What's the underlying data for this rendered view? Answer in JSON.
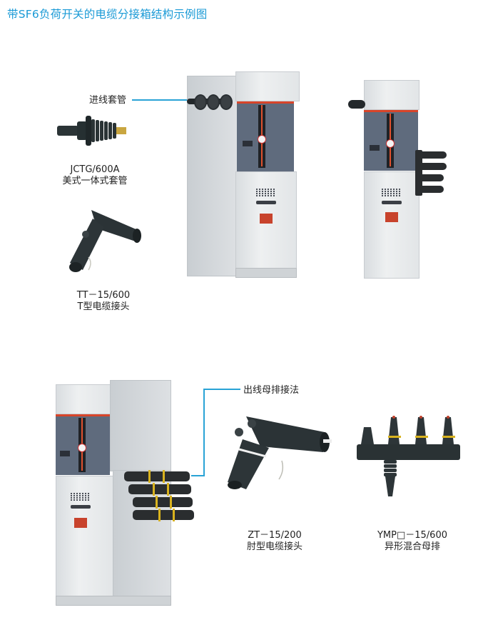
{
  "title": "带SF6负荷开关的电缆分接箱结构示例图",
  "colors": {
    "title": "#1a9ad6",
    "leader_line": "#29a3d6",
    "cabinet_panel": "#5f6b7d",
    "panel_stripe": "#d8452a",
    "rubber_black": "#2a2d2f"
  },
  "callouts": {
    "inlet_bushing": "进线套管",
    "outlet_busbar": "出线母排接法"
  },
  "products": [
    {
      "model": "JCTG/600A",
      "name": "美式一体式套管"
    },
    {
      "model": "TT－15/600",
      "name": "T型电缆接头"
    },
    {
      "model": "ZT－15/200",
      "name": "肘型电缆接头"
    },
    {
      "model": "YMP□－15/600",
      "name": "异形混合母排"
    }
  ],
  "figures": [
    {
      "id": "cabinet-front-inlet",
      "description": "cable branch cabinet with top inlet bushings"
    },
    {
      "id": "cabinet-side",
      "description": "cabinet side view with stacked outlet connectors"
    },
    {
      "id": "cabinet-outlet",
      "description": "cabinet with outlet busbar connection"
    }
  ]
}
